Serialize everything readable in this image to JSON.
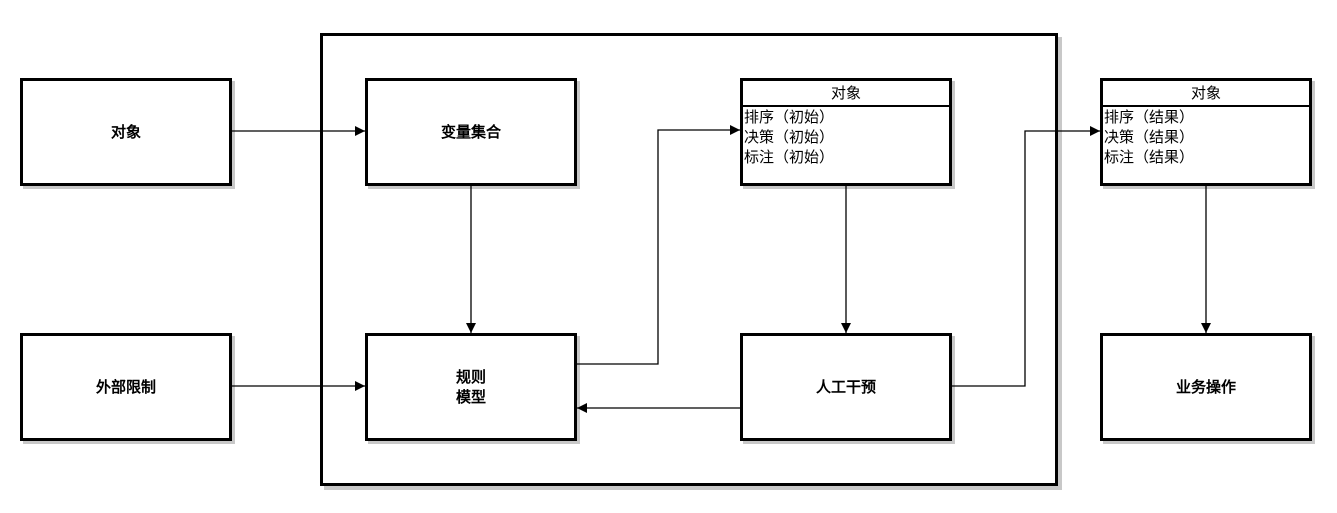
{
  "nodes": {
    "object_input": "对象",
    "external_constraints": "外部限制",
    "variable_set": "变量集合",
    "rule_model": [
      "规则",
      "模型"
    ],
    "human_intervention": "人工干预",
    "business_ops": "业务操作"
  },
  "object_initial": {
    "title": "对象",
    "rows": [
      "排序（初始）",
      "决策（初始）",
      "标注（初始）"
    ]
  },
  "object_result": {
    "title": "对象",
    "rows": [
      "排序（结果）",
      "决策（结果）",
      "标注（结果）"
    ]
  }
}
